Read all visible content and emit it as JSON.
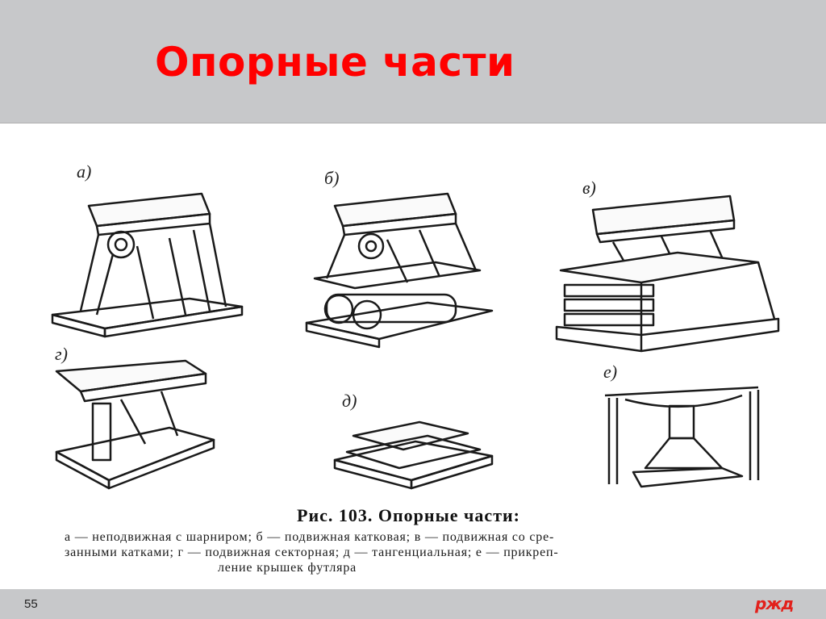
{
  "slide": {
    "title": "Опорные части",
    "page_number": "55",
    "logo_text": "ржд"
  },
  "figure": {
    "panel_labels": [
      "а)",
      "б)",
      "в)",
      "г)",
      "д)",
      "е)"
    ],
    "caption_title": "Рис. 103. Опорные части:",
    "caption_lines": [
      "а — неподвижная с шарниром; б — подвижная катковая; в — подвижная со сре-",
      "занными катками; г — подвижная секторная; д — тангенциальная; е — прикреп-",
      "ление крышек футляра"
    ]
  },
  "colors": {
    "title": "#ff0000",
    "band": "#c7c8ca",
    "logo": "#e2211c",
    "ink": "#1a1a1a"
  }
}
